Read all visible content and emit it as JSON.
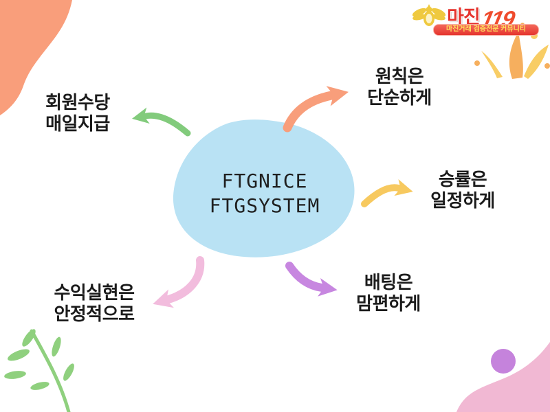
{
  "logo": {
    "brand": "마진",
    "brand_number": "119",
    "tagline": "마진거래 검증전문 커뮤니티"
  },
  "center": {
    "line1": "FTGNICE",
    "line2": "FTGSYSTEM"
  },
  "nodes": [
    {
      "id": "member-allowance",
      "line1": "회원수당",
      "line2": "매일지급"
    },
    {
      "id": "principles",
      "line1": "원칙은",
      "line2": "단순하게"
    },
    {
      "id": "win-rate",
      "line1": "승률은",
      "line2": "일정하게"
    },
    {
      "id": "betting",
      "line1": "배팅은",
      "line2": "맘편하게"
    },
    {
      "id": "profit",
      "line1": "수익실현은",
      "line2": "안정적으로"
    }
  ],
  "colors": {
    "center_blob": "#b9e2f4",
    "arrow_green": "#82cb7c",
    "arrow_orange": "#f89e7b",
    "arrow_yellow": "#f7c95f",
    "arrow_purple": "#c787e0",
    "arrow_pink": "#f2bcdd",
    "corner_orange": "#f99e7b",
    "corner_pink": "#f1b8d3",
    "dot_purple": "#c583dc",
    "plant_green": "#8fd07e",
    "logo_red": "#e5342e",
    "logo_gold": "#efc93f",
    "splash_orange": "#f6a74d",
    "splash_yellow": "#f8c855"
  }
}
